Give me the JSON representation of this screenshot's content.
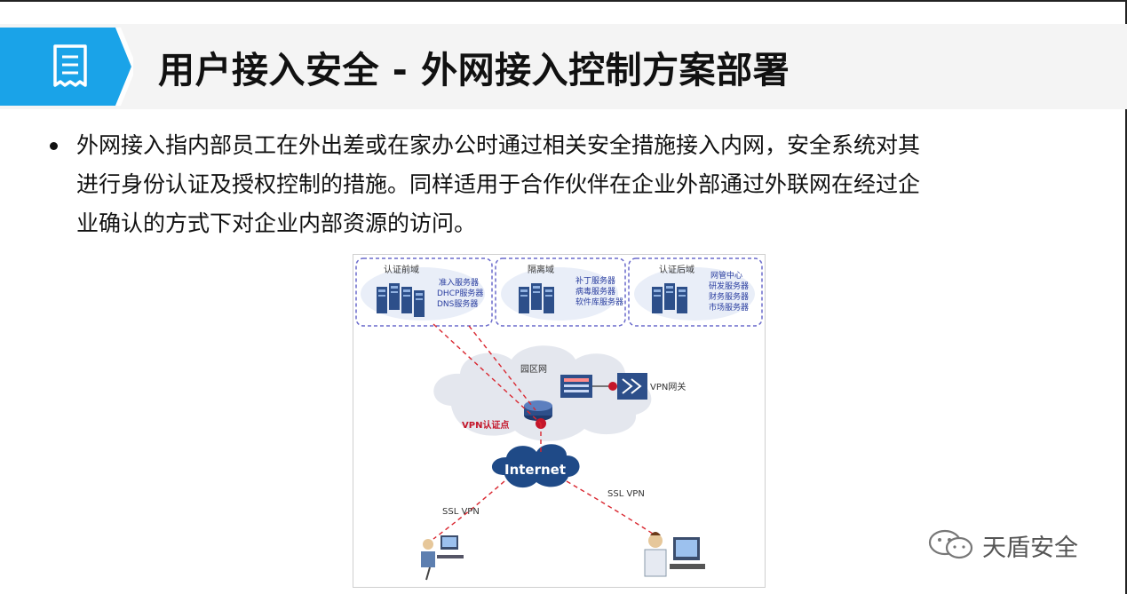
{
  "slide": {
    "title": "用户接入安全 - 外网接入控制方案部署",
    "paragraph_lines": [
      "外网接入指内部员工在外出差或在家办公时通过相关安全措施接入内网，安全系统对其",
      "进行身份认证及授权控制的措施。同样适用于合作伙伴在企业外部通过外联网在经过企",
      "业确认的方式下对企业内部资源的访问。"
    ],
    "accent_color": "#1aa3e8"
  },
  "diagram": {
    "zones": [
      {
        "label": "认证前域",
        "servers": [
          "准入服务器",
          "DHCP服务器",
          "DNS服务器"
        ]
      },
      {
        "label": "隔离域",
        "servers": [
          "补丁服务器",
          "病毒服务器",
          "软件库服务器"
        ]
      },
      {
        "label": "认证后域",
        "servers": [
          "网管中心",
          "研发服务器",
          "财务服务器",
          "市场服务器"
        ]
      }
    ],
    "campus_label": "园区网",
    "vpn_gateway_label": "VPN网关",
    "vpn_auth_label": "VPN认证点",
    "internet_label": "Internet",
    "ssl_left": "SSL VPN",
    "ssl_right": "SSL VPN"
  },
  "watermark": {
    "label": "天盾安全",
    "icon": "wechat-icon"
  }
}
